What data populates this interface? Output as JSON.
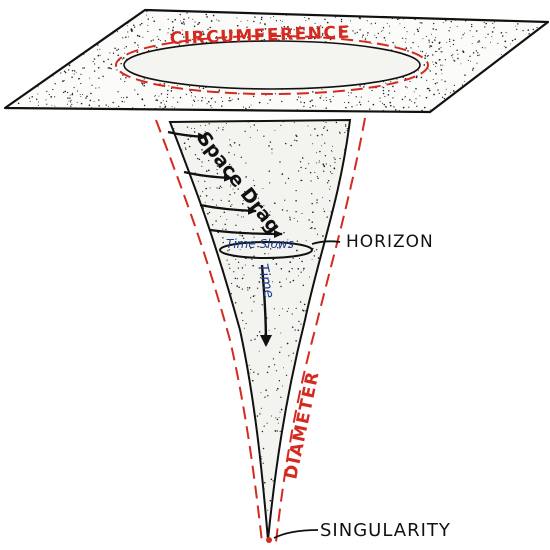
{
  "diagram": {
    "labels": {
      "circumference": "CIRCUMFERENCE",
      "space_drag": "Space Drag",
      "time_slows": "Time Slows",
      "horizon": "HORIZON",
      "time": "Time",
      "diameter": "DIAMETER",
      "singularity": "SINGULARITY"
    },
    "colors": {
      "ink": "#111111",
      "red_dashes": "#d42a1f",
      "blue_text": "#1f3f8f",
      "stipple": "#222222"
    }
  }
}
